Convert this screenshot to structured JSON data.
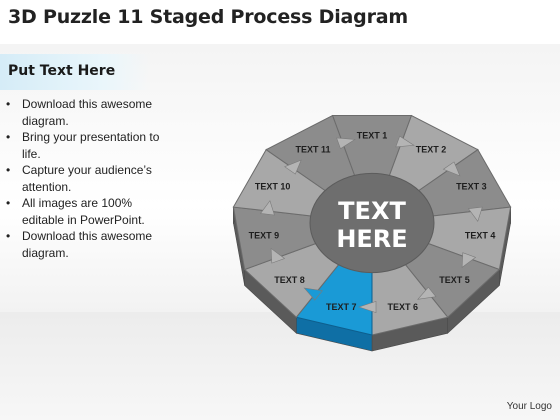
{
  "title": "3D Puzzle 11 Staged Process Diagram",
  "subheading": "Put Text Here",
  "bullets": [
    "Download this awesome diagram.",
    "Bring your presentation to life.",
    "Capture your audience’s attention.",
    "All images are 100% editable in PowerPoint.",
    "Download this awesome diagram."
  ],
  "bullet_glyph": "•",
  "center_text": [
    "TEXT",
    "HERE"
  ],
  "stages": [
    "TEXT 1",
    "TEXT 2",
    "TEXT 3",
    "TEXT 4",
    "TEXT 5",
    "TEXT 6",
    "TEXT 7",
    "TEXT 8",
    "TEXT 9",
    "TEXT 10",
    "TEXT 11"
  ],
  "highlighted_stage_index": 6,
  "colors": {
    "piece_top": "#8c8c8c",
    "piece_light": "#a8a8a8",
    "piece_side": "#5a5a5a",
    "hub": "#6e6e6e",
    "highlight": "#1a9ad6",
    "highlight_dark": "#0f6fa5"
  },
  "logo_text": "Your Logo"
}
